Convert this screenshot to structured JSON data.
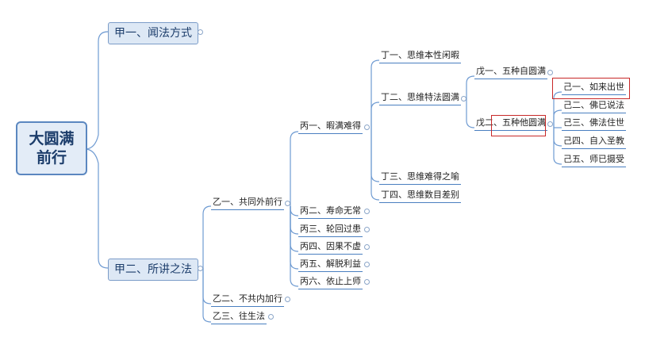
{
  "mindmap": {
    "root": "大圆满\n前行",
    "jia1": "甲一、闻法方式",
    "jia2": "甲二、所讲之法",
    "yi1": "乙一、共同外前行",
    "yi2": "乙二、不共内加行",
    "yi3": "乙三、往生法",
    "bing1": "丙一、暇满难得",
    "bing2": "丙二、寿命无常",
    "bing3": "丙三、轮回过患",
    "bing4": "丙四、因果不虚",
    "bing5": "丙五、解脱利益",
    "bing6": "丙六、依止上师",
    "ding1": "丁一、思维本性闲暇",
    "ding2": "丁二、思维特法圆满",
    "ding3": "丁三、思维难得之喻",
    "ding4": "丁四、思维数目差别",
    "wu1": "戊一、五种自圆满",
    "wu2": "戊二、五种他圆满",
    "ji1": "己一、如来出世",
    "ji2": "己二、佛已说法",
    "ji3": "己三、佛法住世",
    "ji4": "己四、自入圣教",
    "ji5": "己五、师已摄受"
  },
  "colors": {
    "line": "#4a7fc0",
    "highlight": "#c82828",
    "root_fill": "#e3ecf7"
  }
}
